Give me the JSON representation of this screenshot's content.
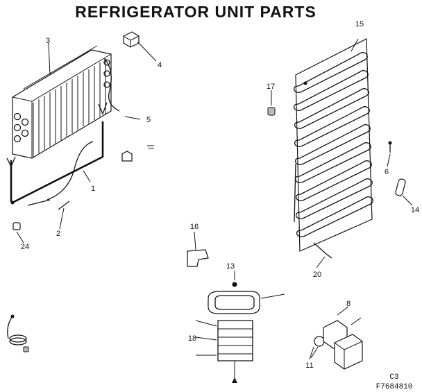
{
  "title": "REFRIGERATOR UNIT PARTS",
  "callouts": [
    {
      "id": "3",
      "label": "3"
    },
    {
      "id": "4",
      "label": "4"
    },
    {
      "id": "5",
      "label": "5"
    },
    {
      "id": "1",
      "label": "1"
    },
    {
      "id": "2",
      "label": "2"
    },
    {
      "id": "24",
      "label": "24"
    },
    {
      "id": "15",
      "label": "15"
    },
    {
      "id": "17",
      "label": "17"
    },
    {
      "id": "6",
      "label": "6"
    },
    {
      "id": "14",
      "label": "14"
    },
    {
      "id": "20",
      "label": "20"
    },
    {
      "id": "16",
      "label": "16"
    },
    {
      "id": "13",
      "label": "13"
    },
    {
      "id": "18",
      "label": "18"
    },
    {
      "id": "8",
      "label": "8"
    },
    {
      "id": "11",
      "label": "11"
    }
  ],
  "footer": {
    "section": "C3",
    "part_code": "F7684810"
  }
}
